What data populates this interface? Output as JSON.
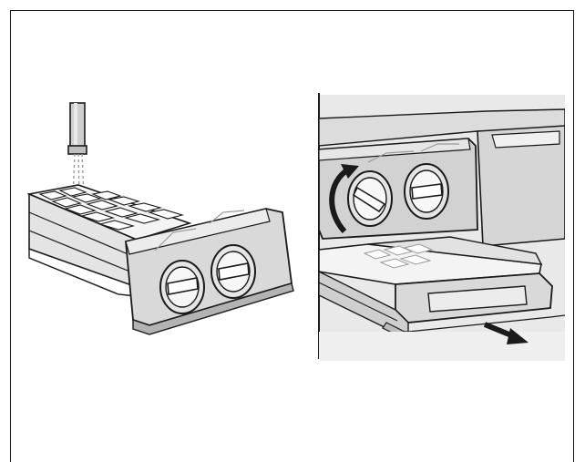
{
  "document": {
    "type": "instruction-illustration",
    "panels": [
      {
        "name": "fill-ice-tray",
        "icons": [
          "water-stream-icon",
          "ice-cube-tray-icon",
          "tray-knob-icon"
        ]
      },
      {
        "name": "remove-ice-tray",
        "icons": [
          "rotate-arrow-icon",
          "pull-out-arrow-icon"
        ]
      }
    ]
  },
  "colors": {
    "line": "#1a1a1a",
    "panel_gray": "#d9d9d9",
    "panel_light": "#ececec",
    "tray_fill": "#f4f4f4",
    "shadow": "#b3b3b3"
  }
}
